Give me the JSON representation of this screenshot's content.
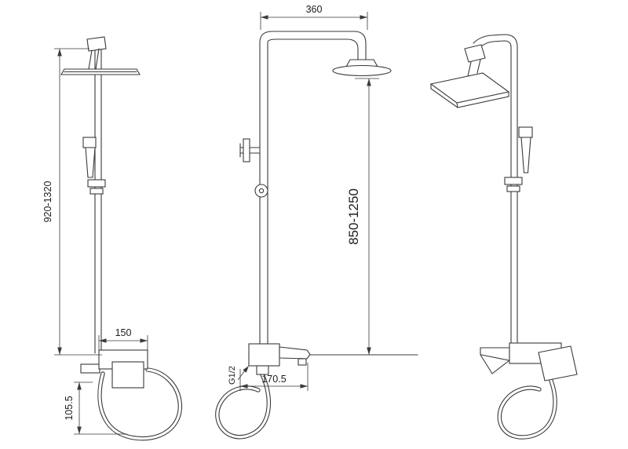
{
  "colors": {
    "background": "#ffffff",
    "line": "#3a3a3a",
    "text": "#1c1c1c"
  },
  "dimensions": {
    "left_view": {
      "height_range": "920-1320",
      "mixer_width": "150",
      "base_drop": "105.5"
    },
    "front_view": {
      "top_width": "360",
      "height_range": "850-1250",
      "thread_size": "G1/2",
      "spout_reach": "170.5"
    }
  }
}
